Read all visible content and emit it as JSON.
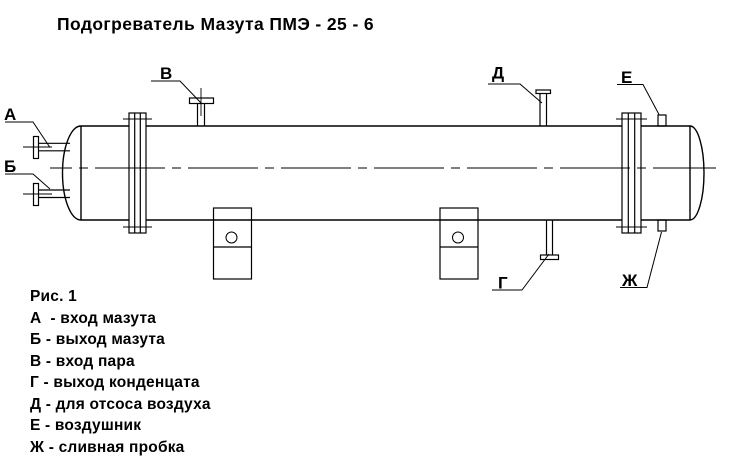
{
  "title": "Подогреватель Мазута ПМЭ - 25 - 6",
  "drawing": {
    "name": "схема подогревателя",
    "labels": {
      "A": "А",
      "B": "Б",
      "V": "В",
      "G": "Г",
      "D": "Д",
      "E": "Е",
      "ZH": "Ж"
    }
  },
  "legend": {
    "caption": "Рис. 1",
    "items": [
      "А  - вход мазута",
      "Б - выход мазута",
      "В - вход пара",
      "Г - выход конденцата",
      "Д - для отсоса воздуха",
      "Е - воздушник",
      "Ж - сливная пробка"
    ]
  },
  "colors": {
    "line": "#000000",
    "background": "#ffffff"
  }
}
